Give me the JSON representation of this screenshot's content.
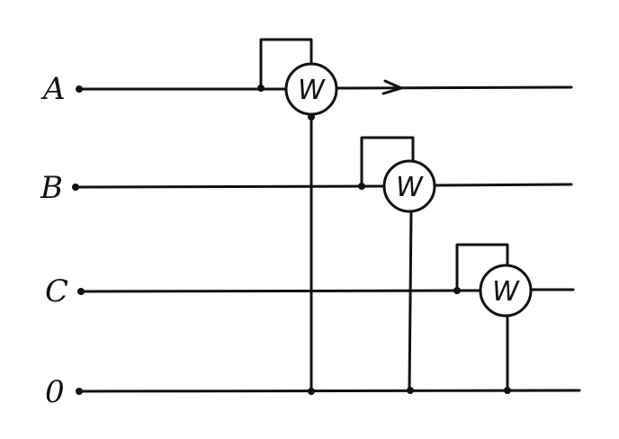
{
  "lines": [
    {
      "label": "A"
    },
    {
      "label": "B"
    },
    {
      "label": "C"
    },
    {
      "label": "0"
    }
  ],
  "meters": [
    {
      "label": "W",
      "line": "A"
    },
    {
      "label": "W",
      "line": "B"
    },
    {
      "label": "W",
      "line": "C"
    }
  ]
}
